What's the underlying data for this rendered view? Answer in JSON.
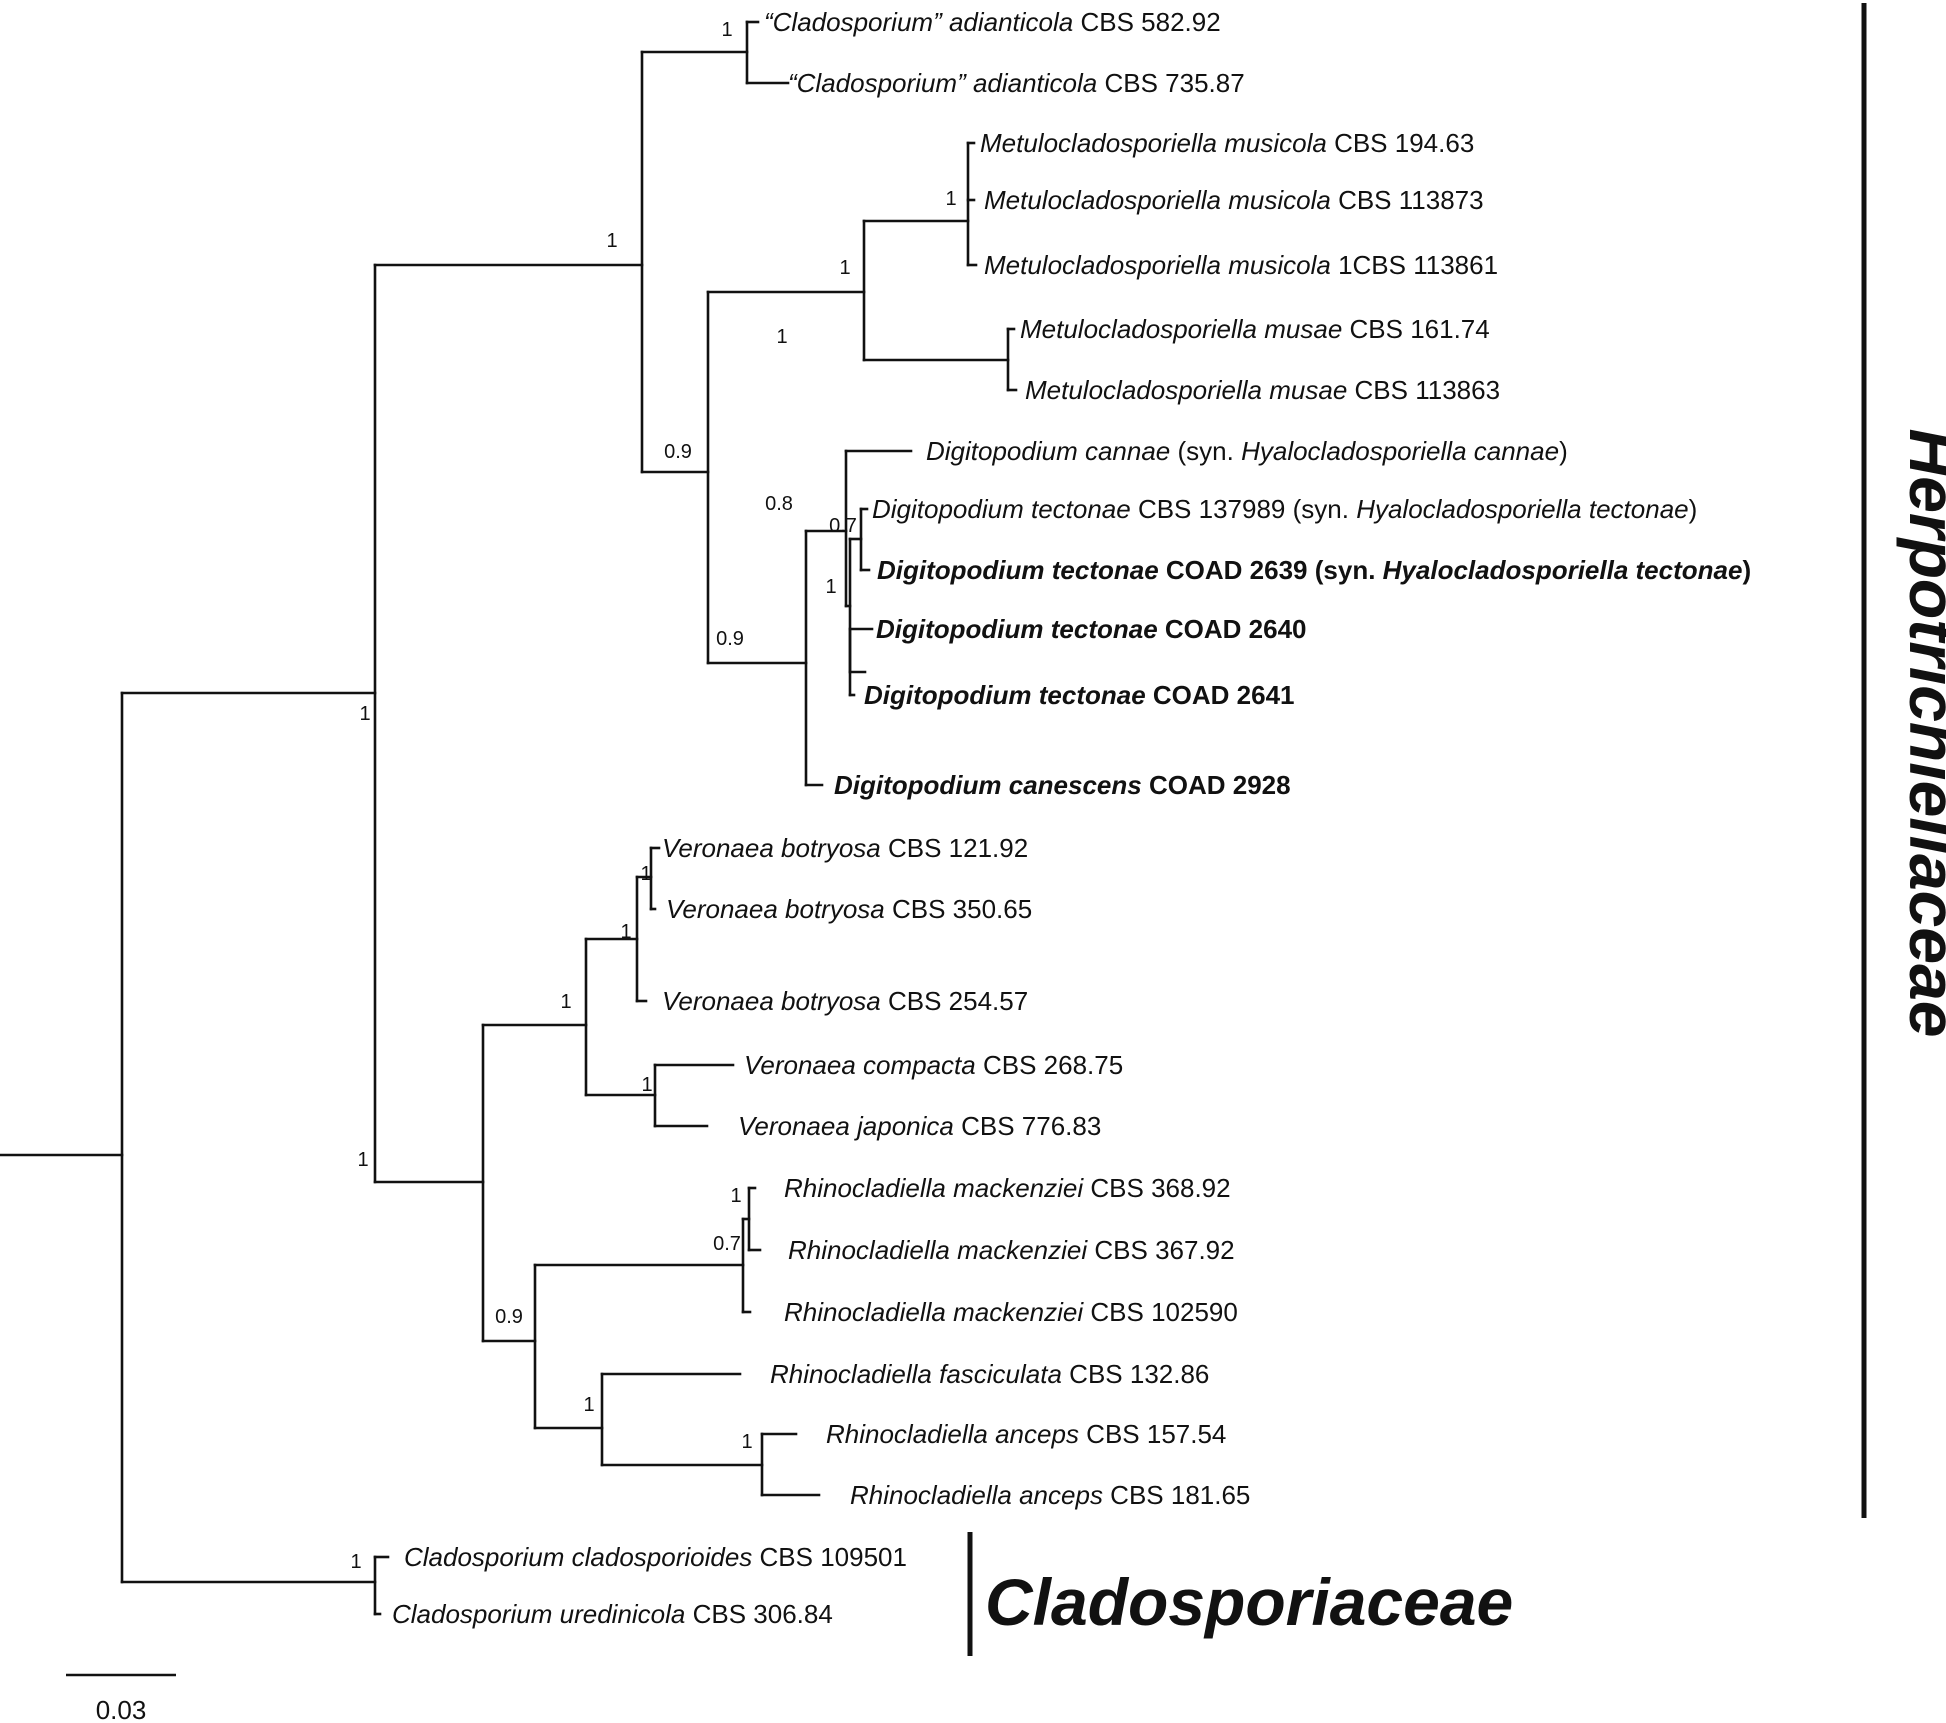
{
  "figure": {
    "scale_bar": {
      "label": "0.03"
    }
  },
  "clades": {
    "herpotrichiellaceae": "Herpotrichiellaceae",
    "cladosporiaceae": "Cladosporiaceae"
  },
  "tips": [
    {
      "parts": [
        {
          "t": "“Cladosporium” adianticola",
          "i": true
        },
        {
          "t": " CBS 582.92"
        }
      ]
    },
    {
      "parts": [
        {
          "t": "“Cladosporium” adianticola",
          "i": true
        },
        {
          "t": " CBS 735.87"
        }
      ]
    },
    {
      "parts": [
        {
          "t": "Metulocladosporiella musicola",
          "i": true
        },
        {
          "t": " CBS 194.63"
        }
      ]
    },
    {
      "parts": [
        {
          "t": "Metulocladosporiella musicola",
          "i": true
        },
        {
          "t": " CBS 113873"
        }
      ]
    },
    {
      "parts": [
        {
          "t": "Metulocladosporiella musicola",
          "i": true
        },
        {
          "t": " 1CBS 113861"
        }
      ]
    },
    {
      "parts": [
        {
          "t": "Metulocladosporiella musae",
          "i": true
        },
        {
          "t": " CBS 161.74"
        }
      ]
    },
    {
      "parts": [
        {
          "t": "Metulocladosporiella musae",
          "i": true
        },
        {
          "t": " CBS 113863"
        }
      ]
    },
    {
      "parts": [
        {
          "t": "Digitopodium cannae",
          "i": true
        },
        {
          "t": " (syn. "
        },
        {
          "t": "Hyalocladosporiella cannae",
          "i": true
        },
        {
          "t": ")"
        }
      ]
    },
    {
      "parts": [
        {
          "t": "Digitopodium tectonae",
          "i": true
        },
        {
          "t": " CBS 137989 (syn. "
        },
        {
          "t": "Hyalocladosporiella tectonae",
          "i": true
        },
        {
          "t": ")"
        }
      ]
    },
    {
      "bold": true,
      "parts": [
        {
          "t": "Digitopodium tectonae",
          "i": true
        },
        {
          "t": " COAD 2639 (syn. "
        },
        {
          "t": "Hyalocladosporiella tectonae",
          "i": true
        },
        {
          "t": ")"
        }
      ]
    },
    {
      "bold": true,
      "parts": [
        {
          "t": "Digitopodium tectonae",
          "i": true
        },
        {
          "t": " COAD 2640"
        }
      ]
    },
    {
      "bold": true,
      "parts": [
        {
          "t": "Digitopodium tectonae",
          "i": true
        },
        {
          "t": " COAD 2641"
        }
      ]
    },
    {
      "bold": true,
      "parts": [
        {
          "t": "Digitopodium canescens",
          "i": true
        },
        {
          "t": " COAD 2928"
        }
      ]
    },
    {
      "parts": [
        {
          "t": "Veronaea botryosa",
          "i": true
        },
        {
          "t": " CBS 121.92"
        }
      ]
    },
    {
      "parts": [
        {
          "t": "Veronaea botryosa",
          "i": true
        },
        {
          "t": " CBS 350.65"
        }
      ]
    },
    {
      "parts": [
        {
          "t": "Veronaea botryosa",
          "i": true
        },
        {
          "t": " CBS 254.57"
        }
      ]
    },
    {
      "parts": [
        {
          "t": "Veronaea compacta",
          "i": true
        },
        {
          "t": " CBS 268.75"
        }
      ]
    },
    {
      "parts": [
        {
          "t": "Veronaea japonica",
          "i": true
        },
        {
          "t": " CBS 776.83"
        }
      ]
    },
    {
      "parts": [
        {
          "t": "Rhinocladiella mackenziei",
          "i": true
        },
        {
          "t": " CBS 368.92"
        }
      ]
    },
    {
      "parts": [
        {
          "t": "Rhinocladiella mackenziei",
          "i": true
        },
        {
          "t": " CBS 367.92"
        }
      ]
    },
    {
      "parts": [
        {
          "t": "Rhinocladiella mackenziei",
          "i": true
        },
        {
          "t": " CBS 102590"
        }
      ]
    },
    {
      "parts": [
        {
          "t": "Rhinocladiella fasciculata",
          "i": true
        },
        {
          "t": " CBS 132.86"
        }
      ]
    },
    {
      "parts": [
        {
          "t": "Rhinocladiella anceps",
          "i": true
        },
        {
          "t": " CBS 157.54"
        }
      ]
    },
    {
      "parts": [
        {
          "t": "Rhinocladiella anceps",
          "i": true
        },
        {
          "t": " CBS 181.65"
        }
      ]
    },
    {
      "parts": [
        {
          "t": "Cladosporium cladosporioides",
          "i": true
        },
        {
          "t": " CBS 109501"
        }
      ]
    },
    {
      "parts": [
        {
          "t": "Cladosporium uredinicola",
          "i": true
        },
        {
          "t": " CBS 306.84"
        }
      ]
    }
  ],
  "support_values": [
    "1",
    "1",
    "1",
    "1",
    "1",
    "0.9",
    "0.9",
    "0.8",
    "0.7",
    "1",
    "1",
    "1",
    "1",
    "1",
    "1",
    "0.9",
    "0.7",
    "1",
    "1",
    "1",
    "1",
    "1"
  ]
}
